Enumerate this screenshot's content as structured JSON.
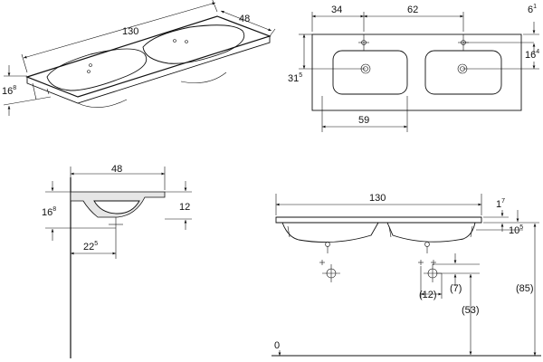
{
  "persp": {
    "len": "130",
    "dep": "48",
    "h": "16",
    "h_sup": "8"
  },
  "top": {
    "a": "34",
    "b": "62",
    "c": "6",
    "c_sup": "1",
    "d": "16",
    "d_sup": "4",
    "e": "31",
    "e_sup": "5",
    "f": "59"
  },
  "side": {
    "w": "48",
    "h": "16",
    "h_sup": "8",
    "g": "12",
    "x": "22",
    "x_sup": "5"
  },
  "front": {
    "len": "130",
    "t": "1",
    "t_sup": "7",
    "u": "10",
    "u_sup": "5",
    "v": "(85)",
    "p": "(12)",
    "q": "(7)",
    "r": "(53)",
    "z": "0"
  }
}
